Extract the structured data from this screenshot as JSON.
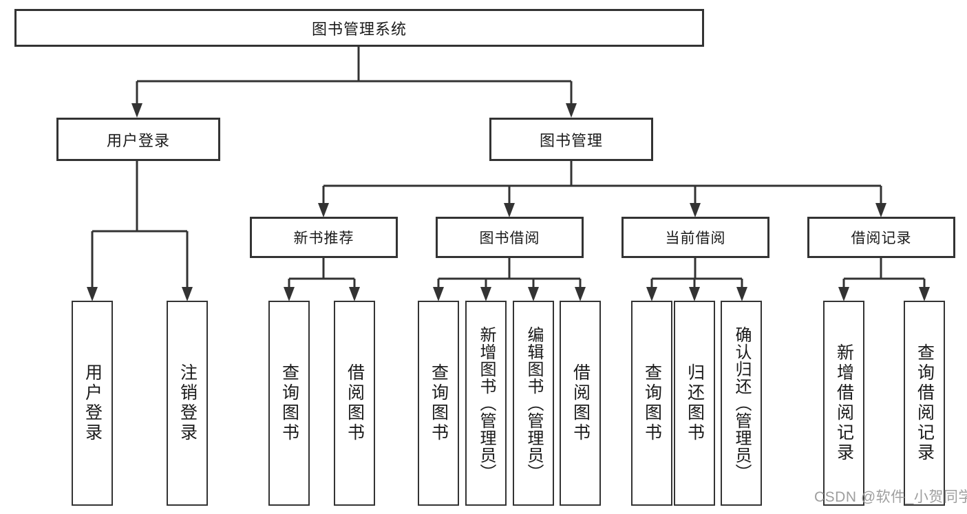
{
  "diagram": {
    "title": "图书管理系统",
    "root": {
      "label": "图书管理系统"
    },
    "level2": [
      {
        "label": "用户登录"
      },
      {
        "label": "图书管理"
      }
    ],
    "level3": [
      {
        "label": "新书推荐",
        "parent": "图书管理"
      },
      {
        "label": "图书借阅",
        "parent": "图书管理"
      },
      {
        "label": "当前借阅",
        "parent": "图书管理"
      },
      {
        "label": "借阅记录",
        "parent": "图书管理"
      }
    ],
    "leaves": [
      {
        "label": "用户登录",
        "parent": "用户登录"
      },
      {
        "label": "注销登录",
        "parent": "用户登录"
      },
      {
        "label": "查询图书",
        "parent": "新书推荐"
      },
      {
        "label": "借阅图书",
        "parent": "新书推荐"
      },
      {
        "label": "查询图书",
        "parent": "图书借阅"
      },
      {
        "label": "新增图书（管理员）",
        "parent": "图书借阅"
      },
      {
        "label": "编辑图书（管理员）",
        "parent": "图书借阅"
      },
      {
        "label": "借阅图书",
        "parent": "图书借阅"
      },
      {
        "label": "查询图书",
        "parent": "当前借阅"
      },
      {
        "label": "归还图书",
        "parent": "当前借阅"
      },
      {
        "label": "确认归还（管理员）",
        "parent": "当前借阅"
      },
      {
        "label": "新增借阅记录",
        "parent": "借阅记录"
      },
      {
        "label": "查询借阅记录",
        "parent": "借阅记录"
      }
    ],
    "watermark": "CSDN @软件_小贺同学",
    "colors": {
      "border": "#333333",
      "line": "#333333",
      "text": "#1a1a1a",
      "background": "#ffffff",
      "watermark": "#9e9e9e"
    }
  }
}
